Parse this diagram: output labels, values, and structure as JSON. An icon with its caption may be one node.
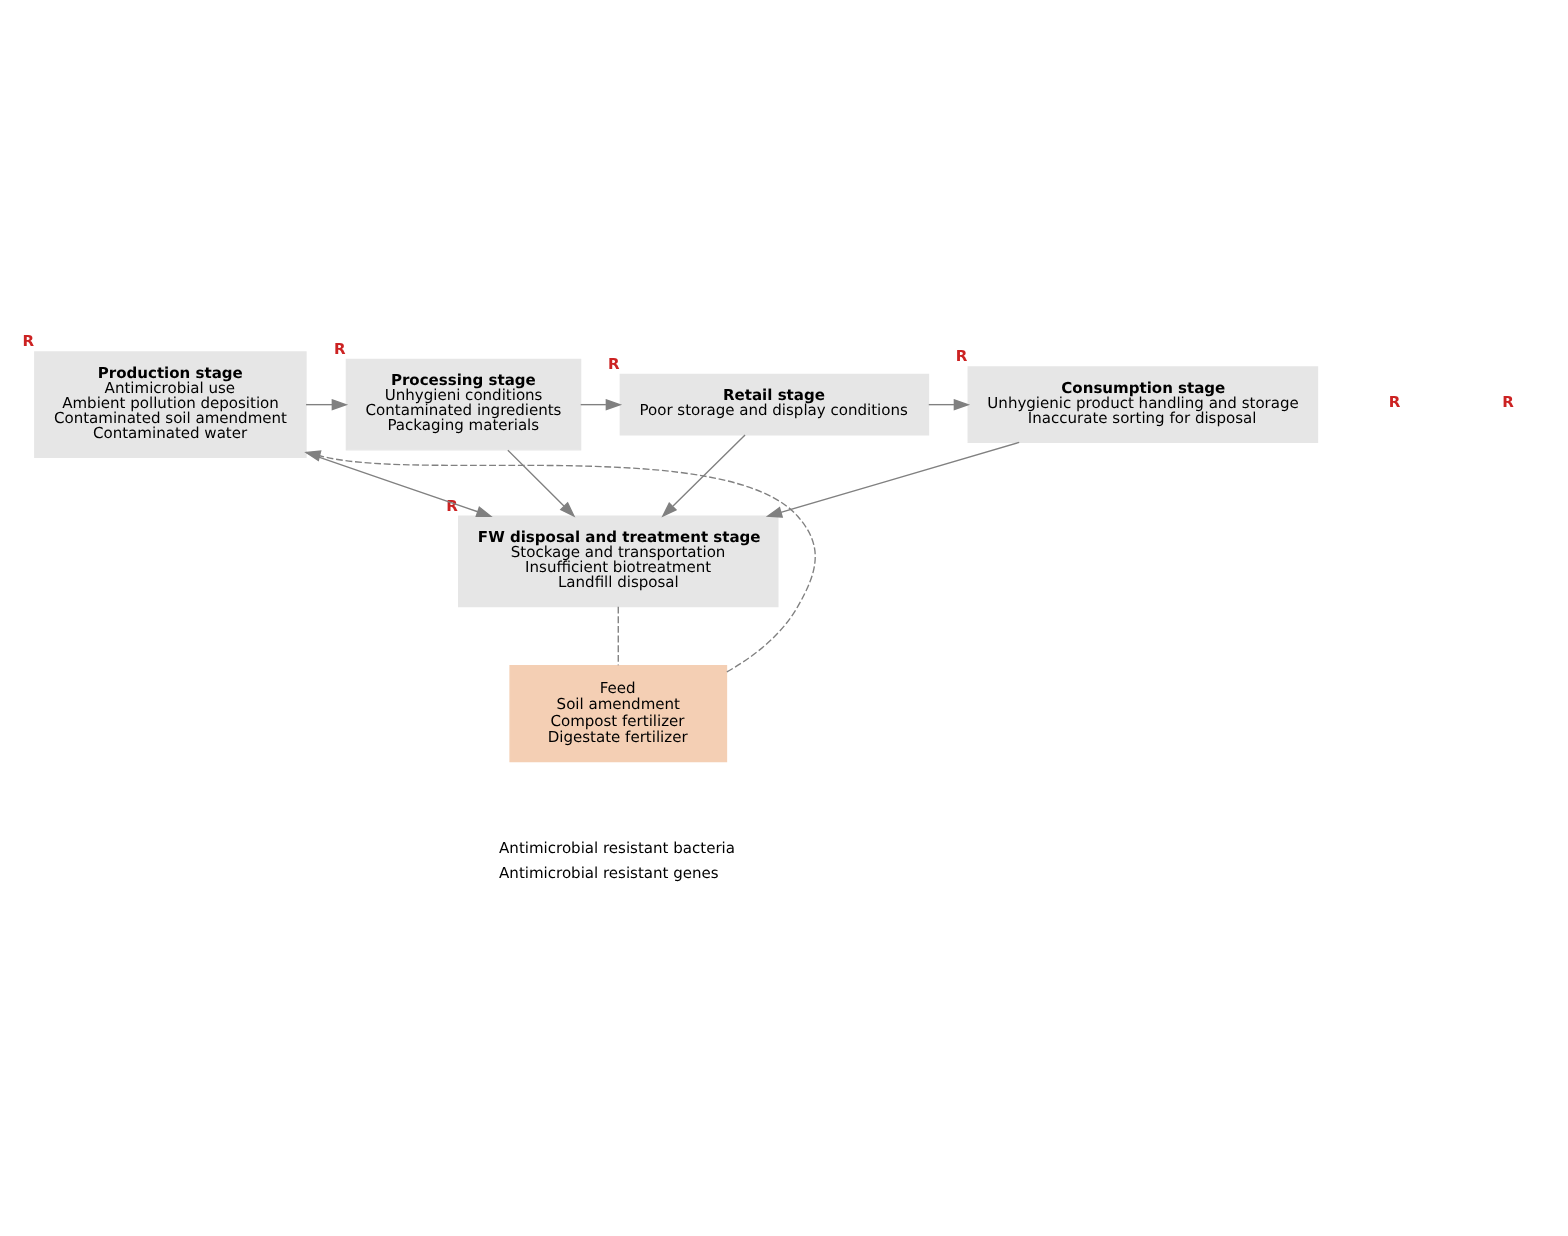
{
  "diagram": {
    "nodes": [
      {
        "text": [
          "Production stage",
          "Antimicrobial use",
          "Ambient pollution deposition",
          "Contaminated soil amendment",
          "Contaminated water"
        ],
        "beside": [
          "R"
        ]
      },
      {
        "text": [
          "Processing stage",
          "Unhygieni conditions",
          "Contaminated ingredients",
          "Packaging materials"
        ],
        "beside": [
          "R"
        ]
      },
      {
        "text": [
          "Retail stage",
          "Poor storage and display conditions"
        ],
        "beside": [
          "R"
        ]
      },
      {
        "text": [
          "Consumption stage",
          "Unhygienic product handling and storage",
          "Inaccurate sorting for disposal"
        ],
        "beside": [
          "R"
        ]
      },
      {
        "text": [
          "FW disposal and treatment stage",
          "Stockage and transportation",
          "Insufficient biotreatment",
          "Landfill disposal"
        ],
        "beside": [
          "R"
        ]
      },
      {
        "text": [
          "Feed",
          "Soil amendment",
          "Compost fertilizer",
          "Digestate fertilizer"
        ]
      }
    ],
    "edges": [
      {
        "from": 0,
        "to": 1,
        "arrow": "to"
      },
      {
        "from": 1,
        "to": 2,
        "arrow": "to"
      },
      {
        "from": 2,
        "to": 3,
        "arrow": "to"
      },
      {
        "from": 0,
        "to": 4,
        "arrow": "to"
      },
      {
        "from": 1,
        "to": 4,
        "arrow": "to"
      },
      {
        "from": 2,
        "to": 4,
        "arrow": "to"
      },
      {
        "from": 3,
        "to": 4,
        "arrow": "to"
      },
      {
        "from": 4,
        "to": 5,
        "arrow": "none",
        "style": "dashed"
      },
      {
        "from": 5,
        "to": 0,
        "arrow": "to",
        "style": "dashed"
      }
    ],
    "labels": [
      "R",
      "R"
    ],
    "legend": [
      {
        "text": "Antimicrobial resistant bacteria"
      },
      {
        "text": "Antimicrobial resistant genes"
      }
    ]
  }
}
